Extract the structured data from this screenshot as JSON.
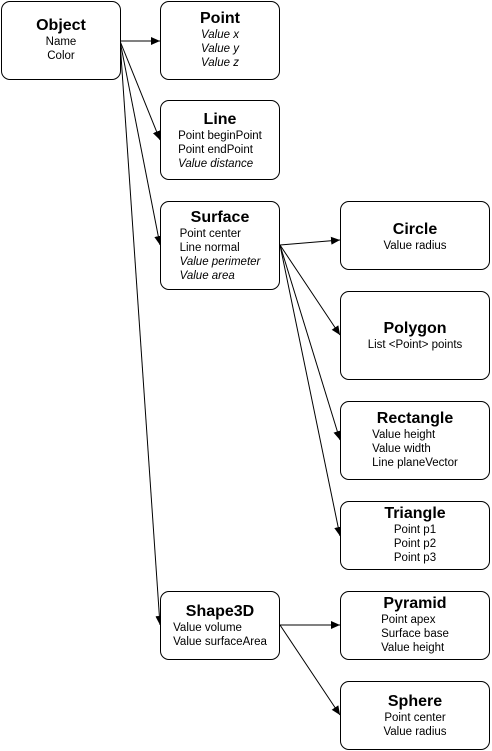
{
  "nodes": {
    "object": {
      "title": "Object",
      "attributes": [
        {
          "text": "Name",
          "italic": false
        },
        {
          "text": "Color",
          "italic": false
        }
      ]
    },
    "point": {
      "title": "Point",
      "attributes": [
        {
          "text": "Value x",
          "italic": true
        },
        {
          "text": "Value y",
          "italic": true
        },
        {
          "text": "Value z",
          "italic": true
        }
      ]
    },
    "line": {
      "title": "Line",
      "attributes": [
        {
          "text": "Point beginPoint",
          "italic": false
        },
        {
          "text": "Point endPoint",
          "italic": false
        },
        {
          "text": "Value distance",
          "italic": true
        }
      ]
    },
    "surface": {
      "title": "Surface",
      "attributes": [
        {
          "text": "Point center",
          "italic": false
        },
        {
          "text": "Line normal",
          "italic": false
        },
        {
          "text": "Value perimeter",
          "italic": true
        },
        {
          "text": "Value area",
          "italic": true
        }
      ]
    },
    "circle": {
      "title": "Circle",
      "attributes": [
        {
          "text": "Value radius",
          "italic": false
        }
      ]
    },
    "polygon": {
      "title": "Polygon",
      "attributes": [
        {
          "text": "List <Point> points",
          "italic": false
        }
      ]
    },
    "rectangle": {
      "title": "Rectangle",
      "attributes": [
        {
          "text": "Value height",
          "italic": false
        },
        {
          "text": "Value width",
          "italic": false
        },
        {
          "text": "Line planeVector",
          "italic": false
        }
      ]
    },
    "triangle": {
      "title": "Triangle",
      "attributes": [
        {
          "text": "Point p1",
          "italic": false
        },
        {
          "text": "Point p2",
          "italic": false
        },
        {
          "text": "Point p3",
          "italic": false
        }
      ]
    },
    "shape3d": {
      "title": "Shape3D",
      "attributes": [
        {
          "text": "Value volume",
          "italic": false
        },
        {
          "text": "Value surfaceArea",
          "italic": false
        }
      ]
    },
    "pyramid": {
      "title": "Pyramid",
      "attributes": [
        {
          "text": "Point apex",
          "italic": false
        },
        {
          "text": "Surface base",
          "italic": false
        },
        {
          "text": "Value height",
          "italic": false
        }
      ]
    },
    "sphere": {
      "title": "Sphere",
      "attributes": [
        {
          "text": "Point center",
          "italic": false
        },
        {
          "text": "Value radius",
          "italic": false
        }
      ]
    }
  },
  "edges": [
    {
      "from": "object",
      "to": "point"
    },
    {
      "from": "object",
      "to": "line"
    },
    {
      "from": "object",
      "to": "surface"
    },
    {
      "from": "object",
      "to": "shape3d"
    },
    {
      "from": "surface",
      "to": "circle"
    },
    {
      "from": "surface",
      "to": "polygon"
    },
    {
      "from": "surface",
      "to": "rectangle"
    },
    {
      "from": "surface",
      "to": "triangle"
    },
    {
      "from": "shape3d",
      "to": "pyramid"
    },
    {
      "from": "shape3d",
      "to": "sphere"
    }
  ],
  "style": {
    "stroke": "#000000",
    "fill": "#ffffff"
  }
}
